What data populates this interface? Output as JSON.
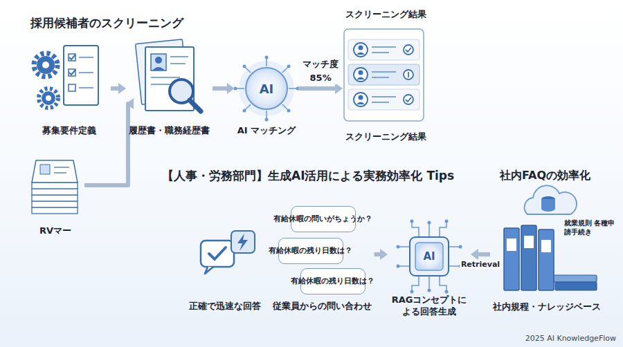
{
  "diagram": {
    "title": "【人事・労務部門】生成AI活用による実務効率化 Tips",
    "nodes": [
      {
        "text": [
          "募集要件定義"
        ]
      },
      {
        "text": [
          "履歴書・職務経歴書"
        ]
      },
      {
        "text": [
          "AI マッチング"
        ]
      },
      {
        "text": [
          "スクリーニング結果",
          "スクリーニング結果"
        ]
      },
      {
        "text": [
          "RVマー"
        ]
      },
      {
        "text": [
          "正確で迅速な回答"
        ]
      },
      {
        "text": [
          "従業員からの問い合わせ"
        ]
      },
      {
        "text": [
          "有給休暇の問いがちょうか？"
        ],
        "in": 6
      },
      {
        "text": [
          "有給休暇の残り日数は？"
        ],
        "in": 6
      },
      {
        "text": [
          "有給休暇の残り日数は？"
        ],
        "in": 6
      },
      {
        "text": [
          "RAGコンセプトによる回答生成"
        ]
      },
      {
        "text": [
          "社内規程・ナレッジベース"
        ]
      }
    ],
    "edges": [
      {
        "from": 0,
        "to": 1,
        "arrow": "to"
      },
      {
        "from": 4,
        "to": 1,
        "arrow": "to"
      },
      {
        "from": 1,
        "to": 2,
        "arrow": "to"
      },
      {
        "from": 2,
        "to": 3,
        "label": "マッチ度 85%",
        "arrow": "to"
      },
      {
        "from": 6,
        "to": 10,
        "arrow": "to"
      },
      {
        "from": 11,
        "to": 10,
        "label": "Retrieval",
        "arrow": "to"
      }
    ],
    "labels": [
      "採用候補者のスクリーニング",
      "社内FAQの効率化",
      "AI",
      "AI",
      "就業規則 各種申請手続き",
      "2025 AI KnowledgeFlow"
    ]
  }
}
